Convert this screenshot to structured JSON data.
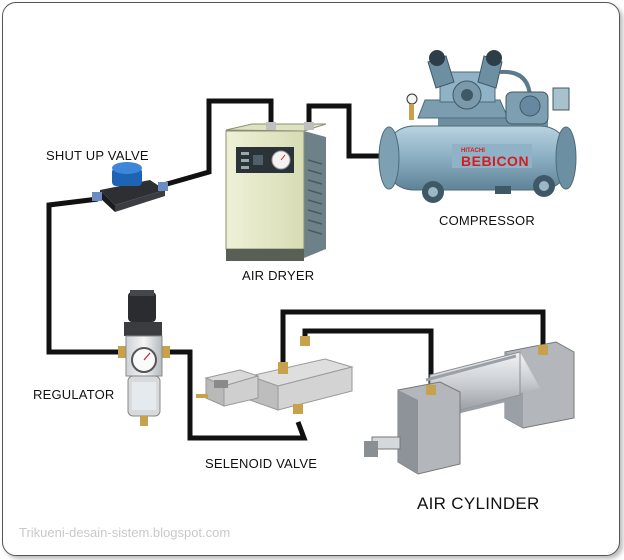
{
  "labels": {
    "shut_up_valve": "SHUT UP VALVE",
    "air_dryer": "AIR DRYER",
    "compressor": "COMPRESSOR",
    "regulator": "REGULATOR",
    "selenoid_valve": "SELENOID VALVE",
    "air_cylinder": "AIR CYLINDER"
  },
  "compressor_brand": "BEBICON",
  "compressor_maker": "HITACHI",
  "watermark": "Trikueni-desain-sistem.blogspot.com",
  "colors": {
    "hose": "#111111",
    "compressor_body": "#8fb2c6",
    "dryer_body": "#e6ebc9",
    "cylinder_body": "#c8ccd1",
    "brass": "#c8a24a",
    "brand_red": "#d11f1f"
  }
}
